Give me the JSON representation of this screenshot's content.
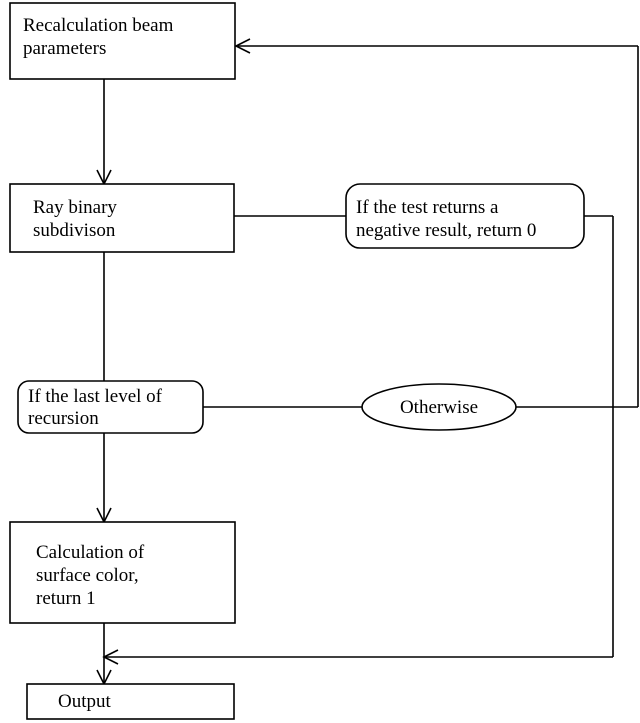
{
  "nodes": {
    "recalc": {
      "lines": [
        "Recalculation beam",
        "parameters"
      ]
    },
    "ray": {
      "lines": [
        "Ray binary",
        "subdivison"
      ]
    },
    "test": {
      "lines": [
        "If the test returns a",
        "negative result, return 0"
      ]
    },
    "last_level": {
      "lines": [
        "If the last level of",
        "recursion"
      ]
    },
    "otherwise": {
      "lines": [
        "Otherwise"
      ]
    },
    "calc": {
      "lines": [
        "Calculation of",
        "surface color,",
        "return 1"
      ]
    },
    "output": {
      "lines": [
        "Output"
      ]
    }
  },
  "colors": {
    "stroke": "#000000",
    "background": "#ffffff"
  }
}
